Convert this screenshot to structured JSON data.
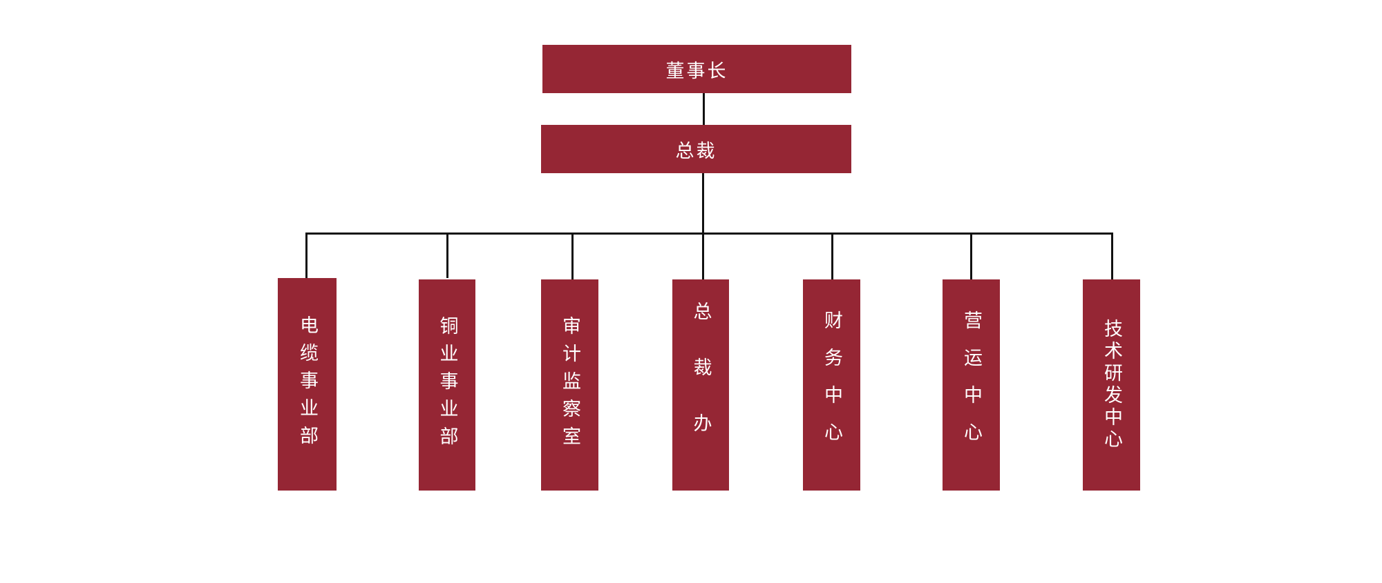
{
  "org_chart": {
    "root": {
      "label": "董事长"
    },
    "second": {
      "label": "总裁"
    },
    "departments": [
      {
        "label": "电缆事业部"
      },
      {
        "label": "铜业事业部"
      },
      {
        "label": "审计监察室"
      },
      {
        "label": "总裁办"
      },
      {
        "label": "财务中心"
      },
      {
        "label": "营运中心"
      },
      {
        "label": "技术研发中心"
      }
    ]
  },
  "colors": {
    "box_fill": "#952634",
    "box_text": "#ffffff",
    "connector": "#111111"
  }
}
